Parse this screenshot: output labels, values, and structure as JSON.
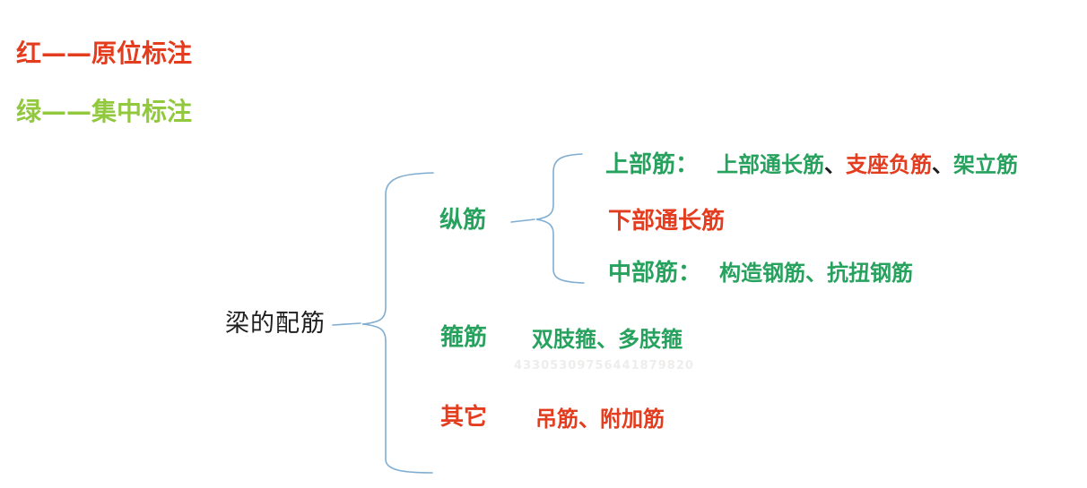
{
  "legend": {
    "red_label": "红——原位标注",
    "green_label": "绿——集中标注"
  },
  "tree": {
    "root_label": "梁的配筋",
    "branches": [
      {
        "label": "纵筋",
        "children": [
          {
            "segments": [
              {
                "text": "上部筋："
              },
              {
                "text": "上部通长筋"
              },
              {
                "text": "、"
              },
              {
                "text": "支座负筋"
              },
              {
                "text": "、"
              },
              {
                "text": "架立筋"
              }
            ]
          },
          {
            "segments": [
              {
                "text": "下部通长筋"
              }
            ]
          },
          {
            "segments": [
              {
                "text": "中部筋："
              },
              {
                "text": "构造钢筋、抗扭钢筋"
              }
            ]
          }
        ]
      },
      {
        "label": "箍筋",
        "items": "双肢箍、多肢箍"
      },
      {
        "label": "其它",
        "items": "吊筋、附加筋"
      }
    ]
  },
  "watermark": "43305309756441879820",
  "colors": {
    "red": "#e43c1e",
    "green": "#27a25e",
    "light-green": "#92c83e",
    "brace-blue": "#7fadd1",
    "ink": "#1f1f1f",
    "watermark-gray": "#eeedec"
  }
}
